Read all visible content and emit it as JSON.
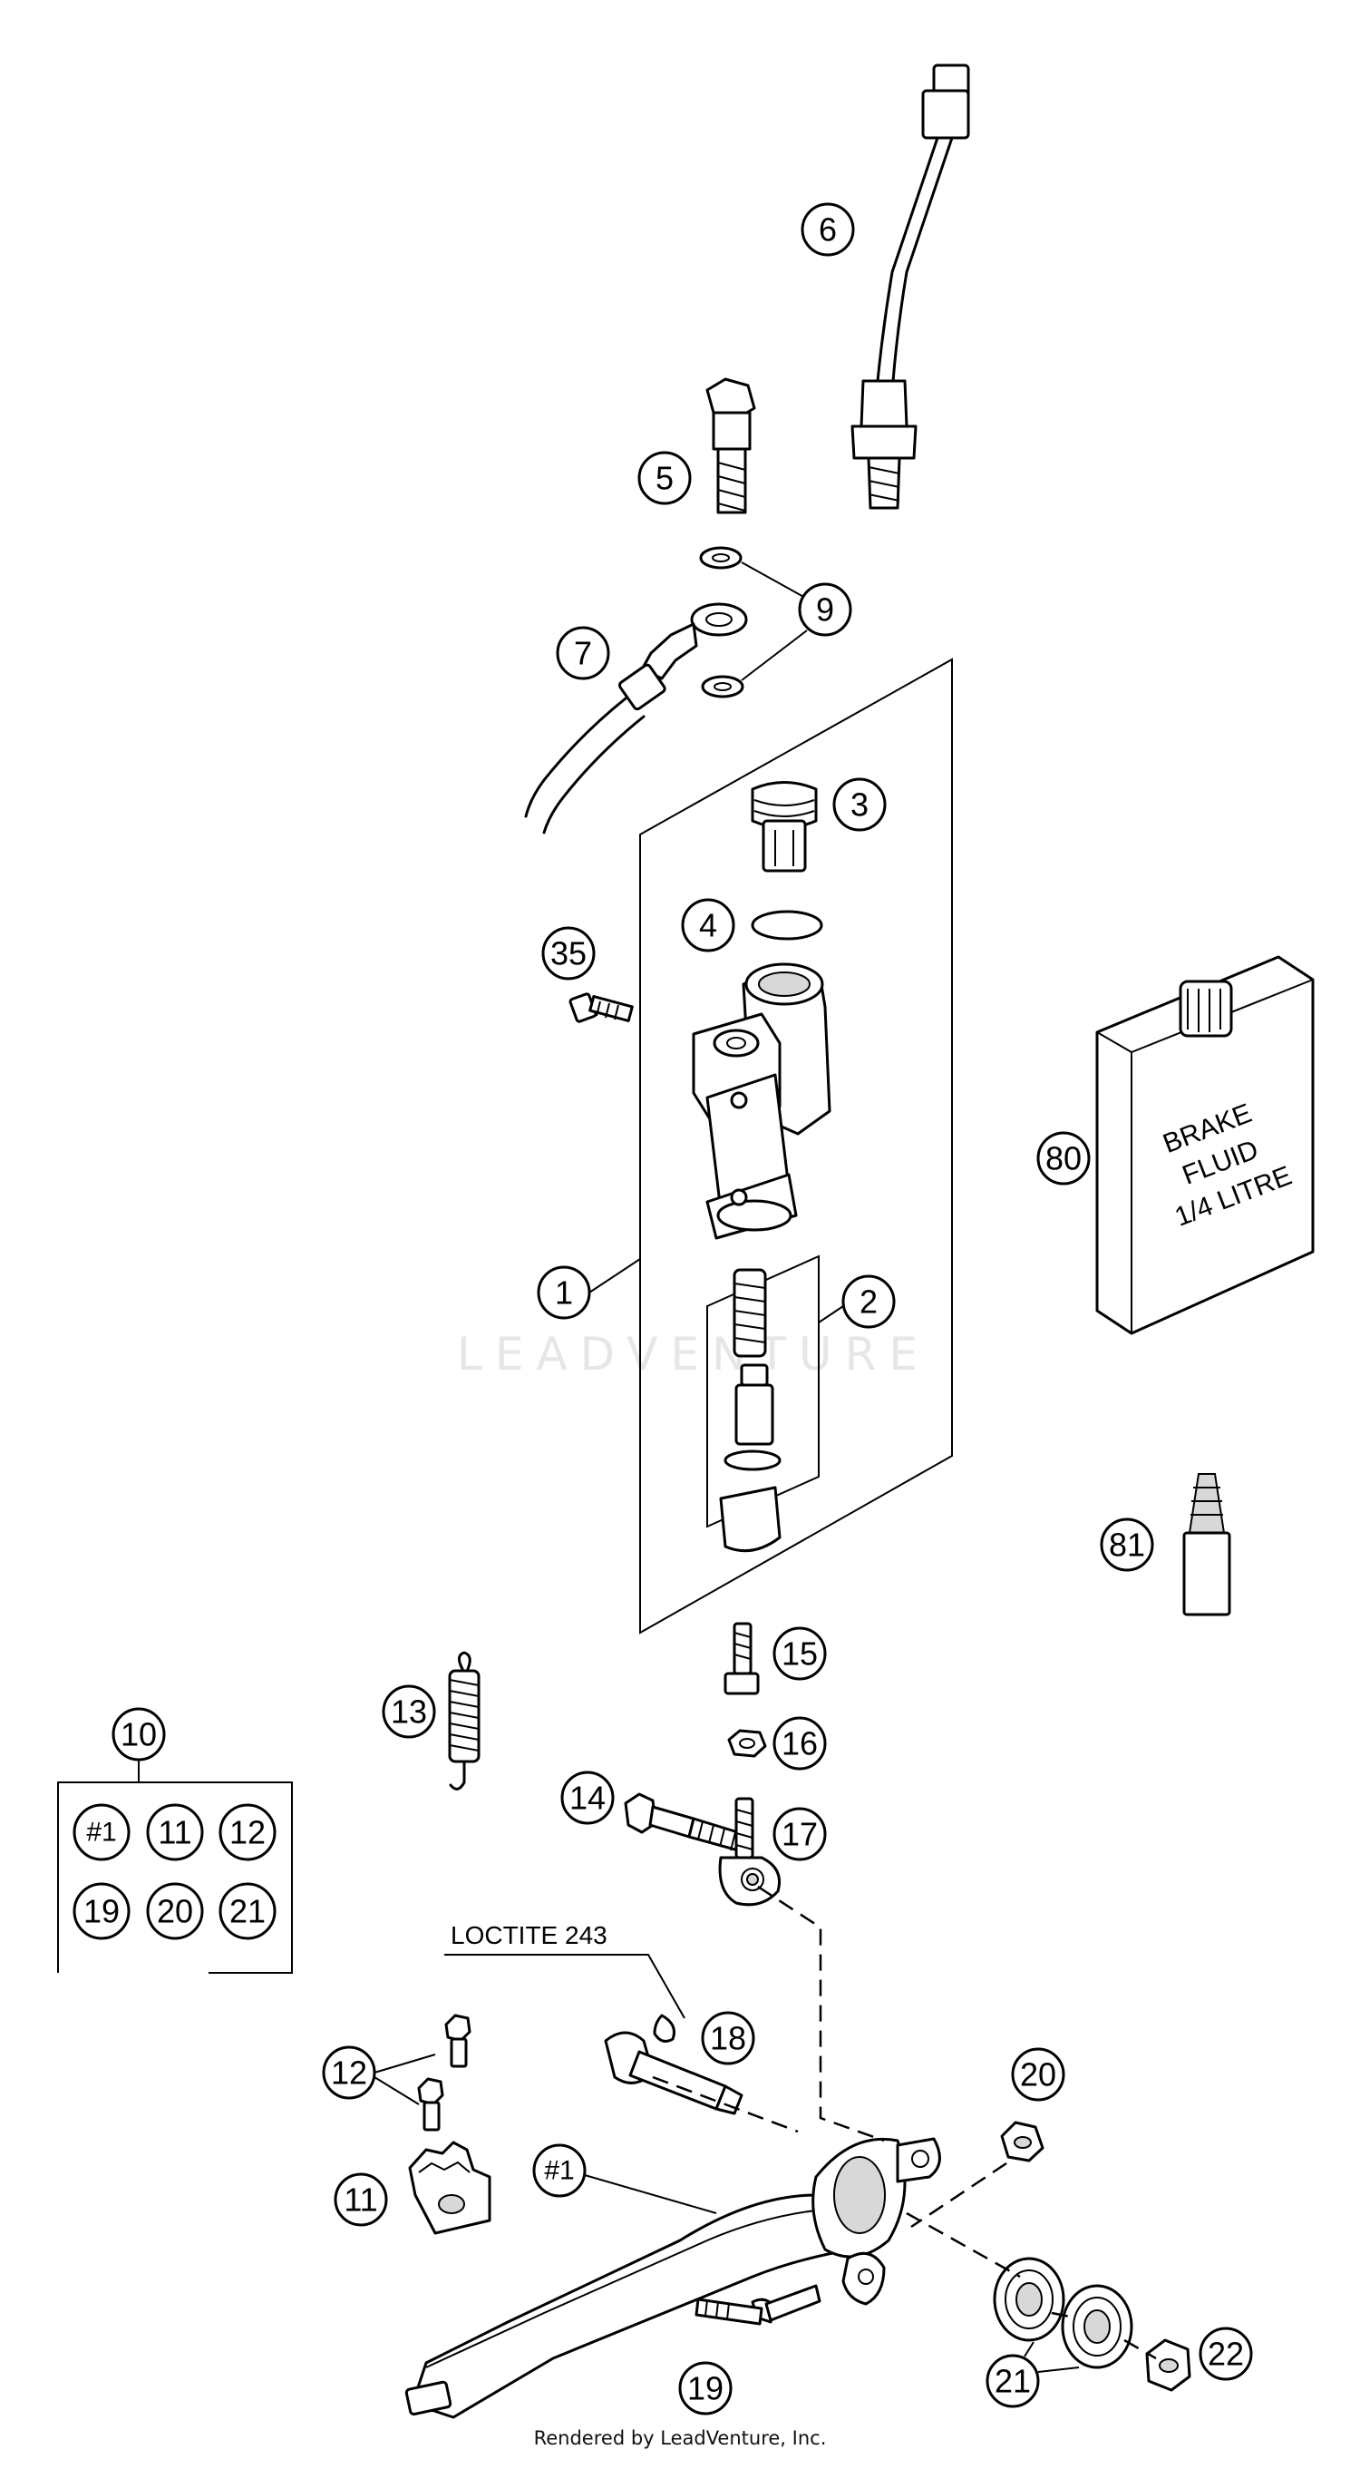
{
  "watermark": "LEADVENTURE",
  "footer": "Rendered by LeadVenture, Inc.",
  "loctite_label": "LOCTITE 243",
  "brake_fluid_label": [
    "BRAKE",
    "FLUID",
    "1/4 LITRE"
  ],
  "kit_group": {
    "label": "10",
    "items": [
      "#1",
      "11",
      "12",
      "19",
      "20",
      "21"
    ]
  },
  "callouts": {
    "c1": "1",
    "c2": "2",
    "c3": "3",
    "c4": "4",
    "c5": "5",
    "c6": "6",
    "c7": "7",
    "c9": "9",
    "c11": "11",
    "c12": "12",
    "c13": "13",
    "c14": "14",
    "c15": "15",
    "c16": "16",
    "c17": "17",
    "c18": "18",
    "c19": "19",
    "c20": "20",
    "c21": "21",
    "c22": "22",
    "c35": "35",
    "c80": "80",
    "c81": "81",
    "cp1": "#1"
  }
}
